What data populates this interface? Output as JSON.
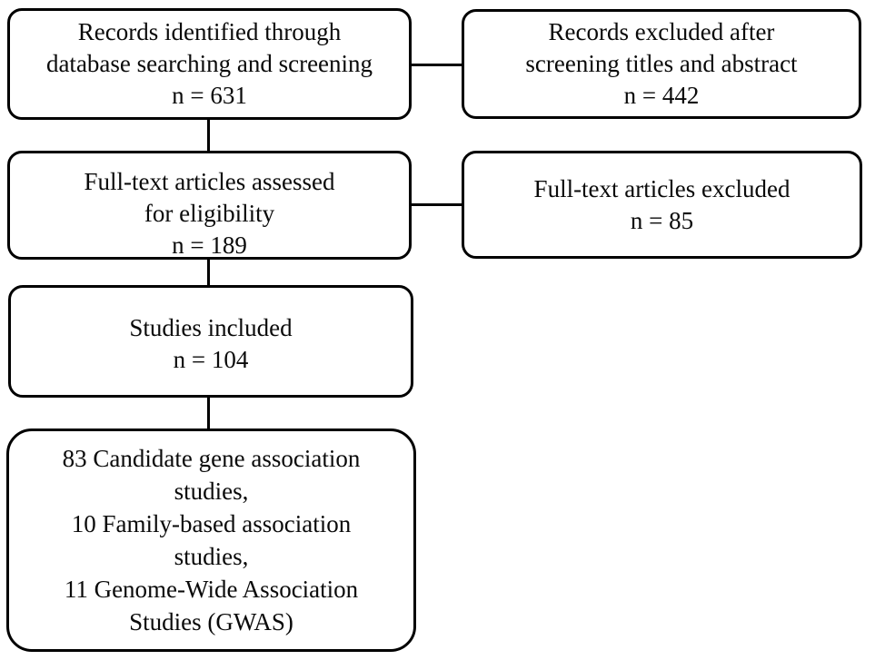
{
  "diagram": {
    "type": "flowchart",
    "colors": {
      "background": "#ffffff",
      "box_fill": "#ffffff",
      "box_border": "#000000",
      "text": "#0a0a0a",
      "connector": "#000000"
    },
    "boxes": [
      {
        "id": "records-identified",
        "lines": [
          "Records identified through",
          "database searching and screening",
          "n = 631"
        ],
        "count": 631
      },
      {
        "id": "records-excluded",
        "lines": [
          "Records excluded after",
          "screening titles and abstract",
          "n = 442"
        ],
        "count": 442
      },
      {
        "id": "fulltext-assessed",
        "lines": [
          "Full-text articles assessed",
          "for eligibility",
          "n = 189"
        ],
        "count": 189
      },
      {
        "id": "fulltext-excluded",
        "lines": [
          "Full-text articles excluded",
          "n = 85"
        ],
        "count": 85
      },
      {
        "id": "studies-included",
        "lines": [
          "Studies included",
          "n = 104"
        ],
        "count": 104
      },
      {
        "id": "included-breakdown",
        "lines": [
          "83 Candidate gene association",
          "studies,",
          "10 Family-based association",
          "studies,",
          "11 Genome-Wide Association",
          "Studies (GWAS)"
        ],
        "count": 104
      }
    ],
    "edges": [
      {
        "from": "records-identified",
        "to": "records-excluded",
        "direction": "horizontal"
      },
      {
        "from": "records-identified",
        "to": "fulltext-assessed",
        "direction": "vertical"
      },
      {
        "from": "fulltext-assessed",
        "to": "fulltext-excluded",
        "direction": "horizontal"
      },
      {
        "from": "fulltext-assessed",
        "to": "studies-included",
        "direction": "vertical"
      },
      {
        "from": "studies-included",
        "to": "included-breakdown",
        "direction": "vertical"
      }
    ]
  }
}
